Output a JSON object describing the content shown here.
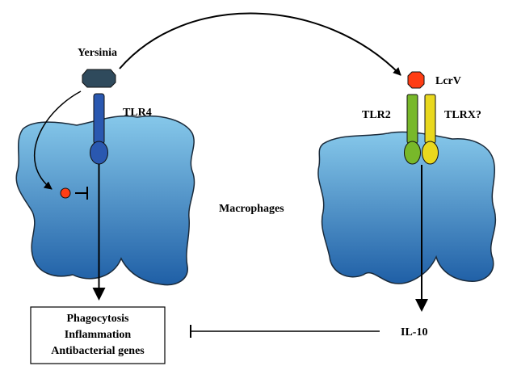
{
  "labels": {
    "yersinia": "Yersinia",
    "tlr4": "TLR4",
    "lcrv": "LcrV",
    "tlr2": "TLR2",
    "tlrx": "TLRX?",
    "macrophages": "Macrophages",
    "il10": "IL-10"
  },
  "outcome_box": {
    "lines": [
      "Phagocytosis",
      "Inflammation",
      "Antibacterial genes"
    ]
  },
  "colors": {
    "cell_top": "#86c8ea",
    "cell_bottom": "#1f5fa6",
    "yersinia": "#2f4a5c",
    "tlr4": "#2a58b0",
    "lcrv": "#ff3d14",
    "tlr2": "#78b82a",
    "tlrx": "#e9d81e",
    "inhibitor_dot": "#ff3d14"
  }
}
